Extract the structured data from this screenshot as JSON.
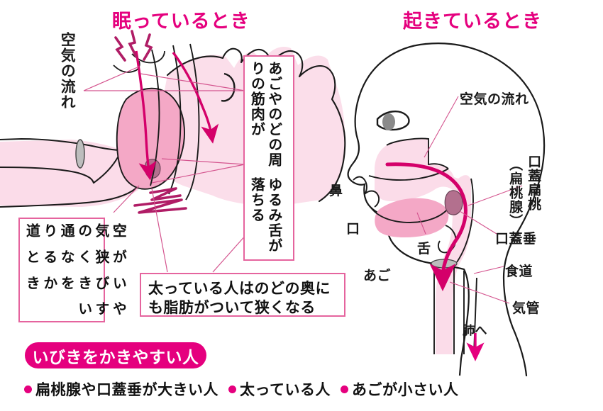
{
  "titles": {
    "sleeping": "眠っているとき",
    "awake": "起きているとき"
  },
  "colors": {
    "accent_magenta": "#E5007E",
    "callout_border": "#E5649E",
    "airway_pink": "#FBDCE9",
    "tongue_pink": "#F4A8C6",
    "tonsil_mauve": "#B3708E",
    "snore_dark": "#B01D66",
    "outline": "#1a1a1a"
  },
  "sleeping_panel": {
    "airflow_label": "空気の流れ",
    "callout_muscle": {
      "line1": "あごやのどの周りの筋肉が",
      "line2": "ゆるみ舌が落ちる"
    },
    "callout_narrow": {
      "line1": "空気の通り道",
      "line2": "が狭くなると",
      "line3": "いびきをかき",
      "line4": "やすい"
    },
    "callout_fat": "太っている人はのどの奥にも脂肪がついて狭くなる"
  },
  "awake_panel": {
    "airflow_label": "空気の流れ",
    "labels": {
      "nose": "鼻",
      "mouth": "口",
      "chin": "あご",
      "tongue": "舌",
      "tonsil": "口蓋扁桃",
      "tonsil_paren": "（扁桃腺）",
      "uvula": "口蓋垂",
      "esophagus": "食道",
      "trachea": "気管",
      "to_lungs": "肺へ"
    }
  },
  "footer": {
    "banner": "いびきをかきやすい人",
    "bullets": [
      "扁桃腺や口蓋垂が大きい人",
      "太っている人",
      "あごが小さい人"
    ]
  }
}
